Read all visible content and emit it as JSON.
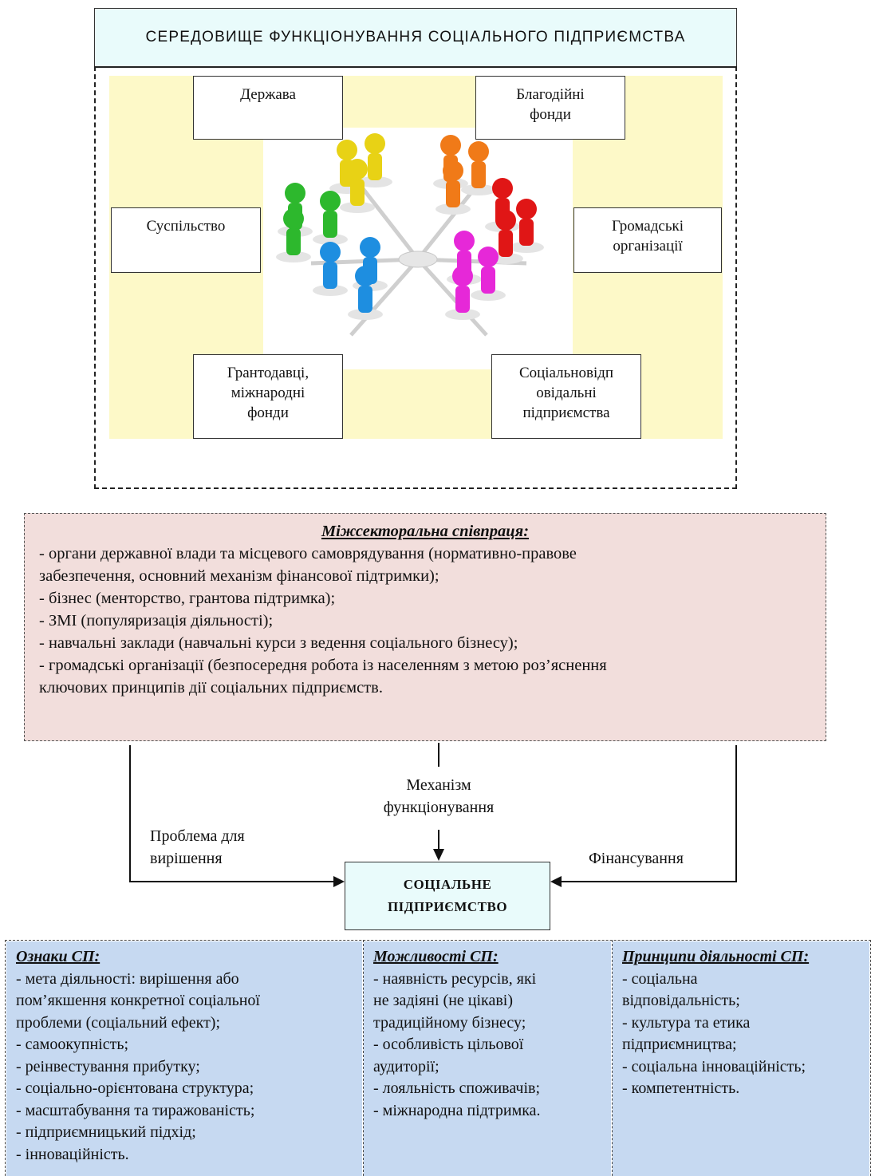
{
  "environment": {
    "title": "Середовище функціонування соціального підприємства",
    "nodes": {
      "state": "Держава",
      "charity_funds": "Благодійні\nфонди",
      "society": "Суспільство",
      "public_orgs": "Громадські\nорганізації",
      "grantors": "Грантодавці,\nміжнародні\nфонди",
      "social_enterprises": "Соціальновідп\nовідальні\nпідприємства"
    }
  },
  "collaboration": {
    "heading": "Міжсекторальна співпраця:",
    "lines": [
      "- органи державної влади та місцевого самоврядування (нормативно-правове",
      "забезпечення, основний механізм фінансової підтримки);",
      "- бізнес (менторство, грантова підтримка);",
      "- ЗМІ (популяризація діяльності);",
      "- навчальні заклади (навчальні курси з ведення соціального бізнесу);",
      "- громадські організації (безпосередня робота із населенням з метою роз’яснення",
      "ключових принципів дії соціальних підприємств."
    ]
  },
  "flow": {
    "mechanism": "Механізм\nфункціонування",
    "problem": "Проблема для\nвирішення",
    "financing": "Фінансування",
    "center_line1": "Соціальне",
    "center_line2": "підприємство"
  },
  "columns": {
    "signs": {
      "heading": "Ознаки СП:",
      "lines": [
        "- мета діяльності: вирішення або",
        "пом’якшення конкретної соціальної",
        "проблеми (соціальний ефект);",
        "- самоокупність;",
        "- реінвестування прибутку;",
        "- соціально-орієнтована структура;",
        "- масштабування та тиражованість;",
        "- підприємницький підхід;",
        "- інноваційність."
      ]
    },
    "opportunities": {
      "heading": "Можливості СП:",
      "lines": [
        "- наявність ресурсів, які",
        "не задіяні (не цікаві)",
        "традиційному бізнесу;",
        "- особливість цільової",
        "аудиторії;",
        "- лояльність споживачів;",
        "- міжнародна підтримка."
      ]
    },
    "principles": {
      "heading": "Принципи діяльності СП:",
      "lines": [
        "- соціальна",
        "відповідальність;",
        "- культура та етика",
        "підприємництва;",
        "- соціальна інноваційність;",
        "- компетентність."
      ]
    }
  },
  "colors": {
    "green": "#2db82d",
    "yellow": "#e8d215",
    "orange": "#f07a18",
    "red": "#e01616",
    "blue": "#1e8ee0",
    "magenta": "#e628d8",
    "env_bg": "#fdf9c8",
    "collab_bg": "#f2dedc",
    "col_bg": "#c6d9f1"
  }
}
